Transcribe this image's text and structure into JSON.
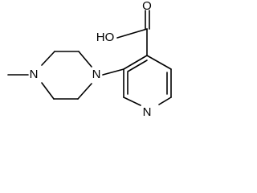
{
  "molecule": {
    "atoms": {
      "hydroxyl_oxygen": "HO",
      "carbonyl_oxygen": "O",
      "piperazine_nitrogen_methyl": "N",
      "piperazine_nitrogen_aryl": "N",
      "pyridine_nitrogen": "N"
    },
    "colors": {
      "ink": "#000000",
      "background": "#ffffff"
    }
  }
}
